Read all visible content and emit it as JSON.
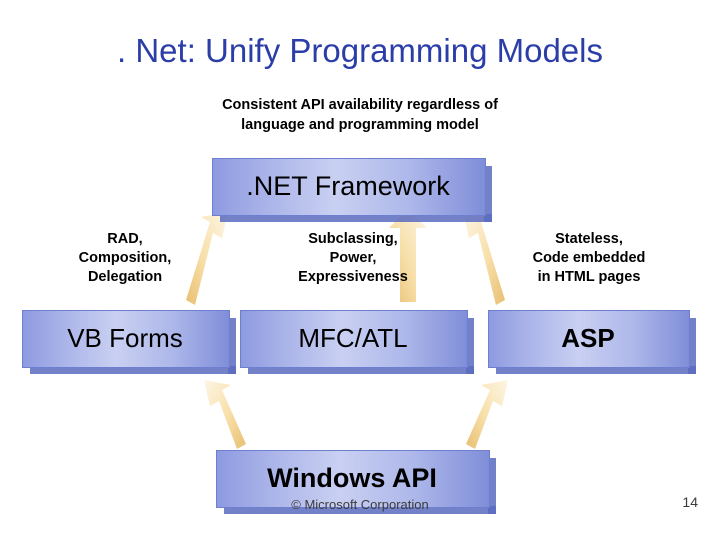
{
  "slide": {
    "title": ". Net: Unify Programming Models",
    "subtitle": "Consistent API availability regardless of\nlanguage and programming model",
    "footer_copyright": "© Microsoft Corporation",
    "page_number": "14"
  },
  "diagram": {
    "type": "block-diagram",
    "boxes": [
      {
        "id": "framework",
        "label": ".NET Framework"
      },
      {
        "id": "vbforms",
        "label": "VB Forms"
      },
      {
        "id": "mfcatl",
        "label": "MFC/ATL"
      },
      {
        "id": "asp",
        "label": "ASP"
      },
      {
        "id": "winapi",
        "label": "Windows API"
      }
    ],
    "captions": [
      {
        "id": "rad",
        "line1": "RAD,",
        "line2": "Composition,",
        "line3": "Delegation"
      },
      {
        "id": "subclassing",
        "line1": "Subclassing,",
        "line2": "Power,",
        "line3": "Expressiveness"
      },
      {
        "id": "stateless",
        "line1": "Stateless,",
        "line2": "Code embedded",
        "line3": "in HTML pages"
      }
    ],
    "arrows": [
      {
        "id": "vbforms-to-framework",
        "from": "VB Forms",
        "to": ".NET Framework"
      },
      {
        "id": "mfcatl-to-framework",
        "from": "MFC/ATL",
        "to": ".NET Framework"
      },
      {
        "id": "asp-to-framework",
        "from": "ASP",
        "to": ".NET Framework"
      },
      {
        "id": "winapi-to-vbforms",
        "from": "Windows API",
        "to": "VB Forms"
      },
      {
        "id": "winapi-to-asp",
        "from": "Windows API",
        "to": "ASP"
      }
    ],
    "colors": {
      "title": "#2b3ea8",
      "box_fill": "#b9c2ee",
      "box_shadow": "#5a6bbf",
      "arrow_fill": "#f2d28a",
      "arrow_light": "#fdf3dc"
    }
  }
}
